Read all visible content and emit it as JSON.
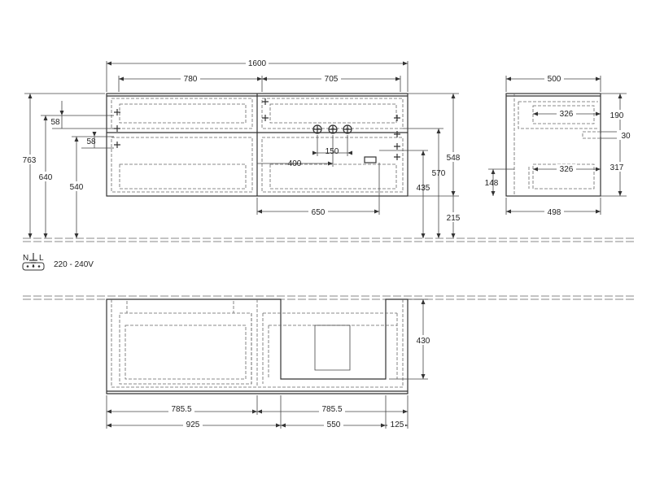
{
  "front_view": {
    "dims": {
      "total_width": "1600",
      "left_section": "780",
      "right_section": "705",
      "drawer_offset_1": "58",
      "drawer_offset_2": "58",
      "tap_spacing": "150",
      "tap_offset": "400",
      "bottom_width": "650",
      "height_763": "763",
      "height_640": "640",
      "height_540": "540",
      "height_435": "435",
      "height_570": "570",
      "height_548": "548",
      "height_215": "215"
    }
  },
  "side_view": {
    "dims": {
      "depth_top": "500",
      "depth_bottom": "498",
      "upper_drawer": "326",
      "lower_drawer": "326",
      "h190": "190",
      "h30": "30",
      "h317": "317",
      "h148": "148"
    }
  },
  "electrical": {
    "symbol_label": "N⏚L",
    "voltage": "220 - 240V"
  },
  "top_view": {
    "dims": {
      "depth": "430",
      "half_left": "785.5",
      "half_right": "785.5",
      "w925": "925",
      "w550": "550",
      "w125": "125"
    }
  }
}
